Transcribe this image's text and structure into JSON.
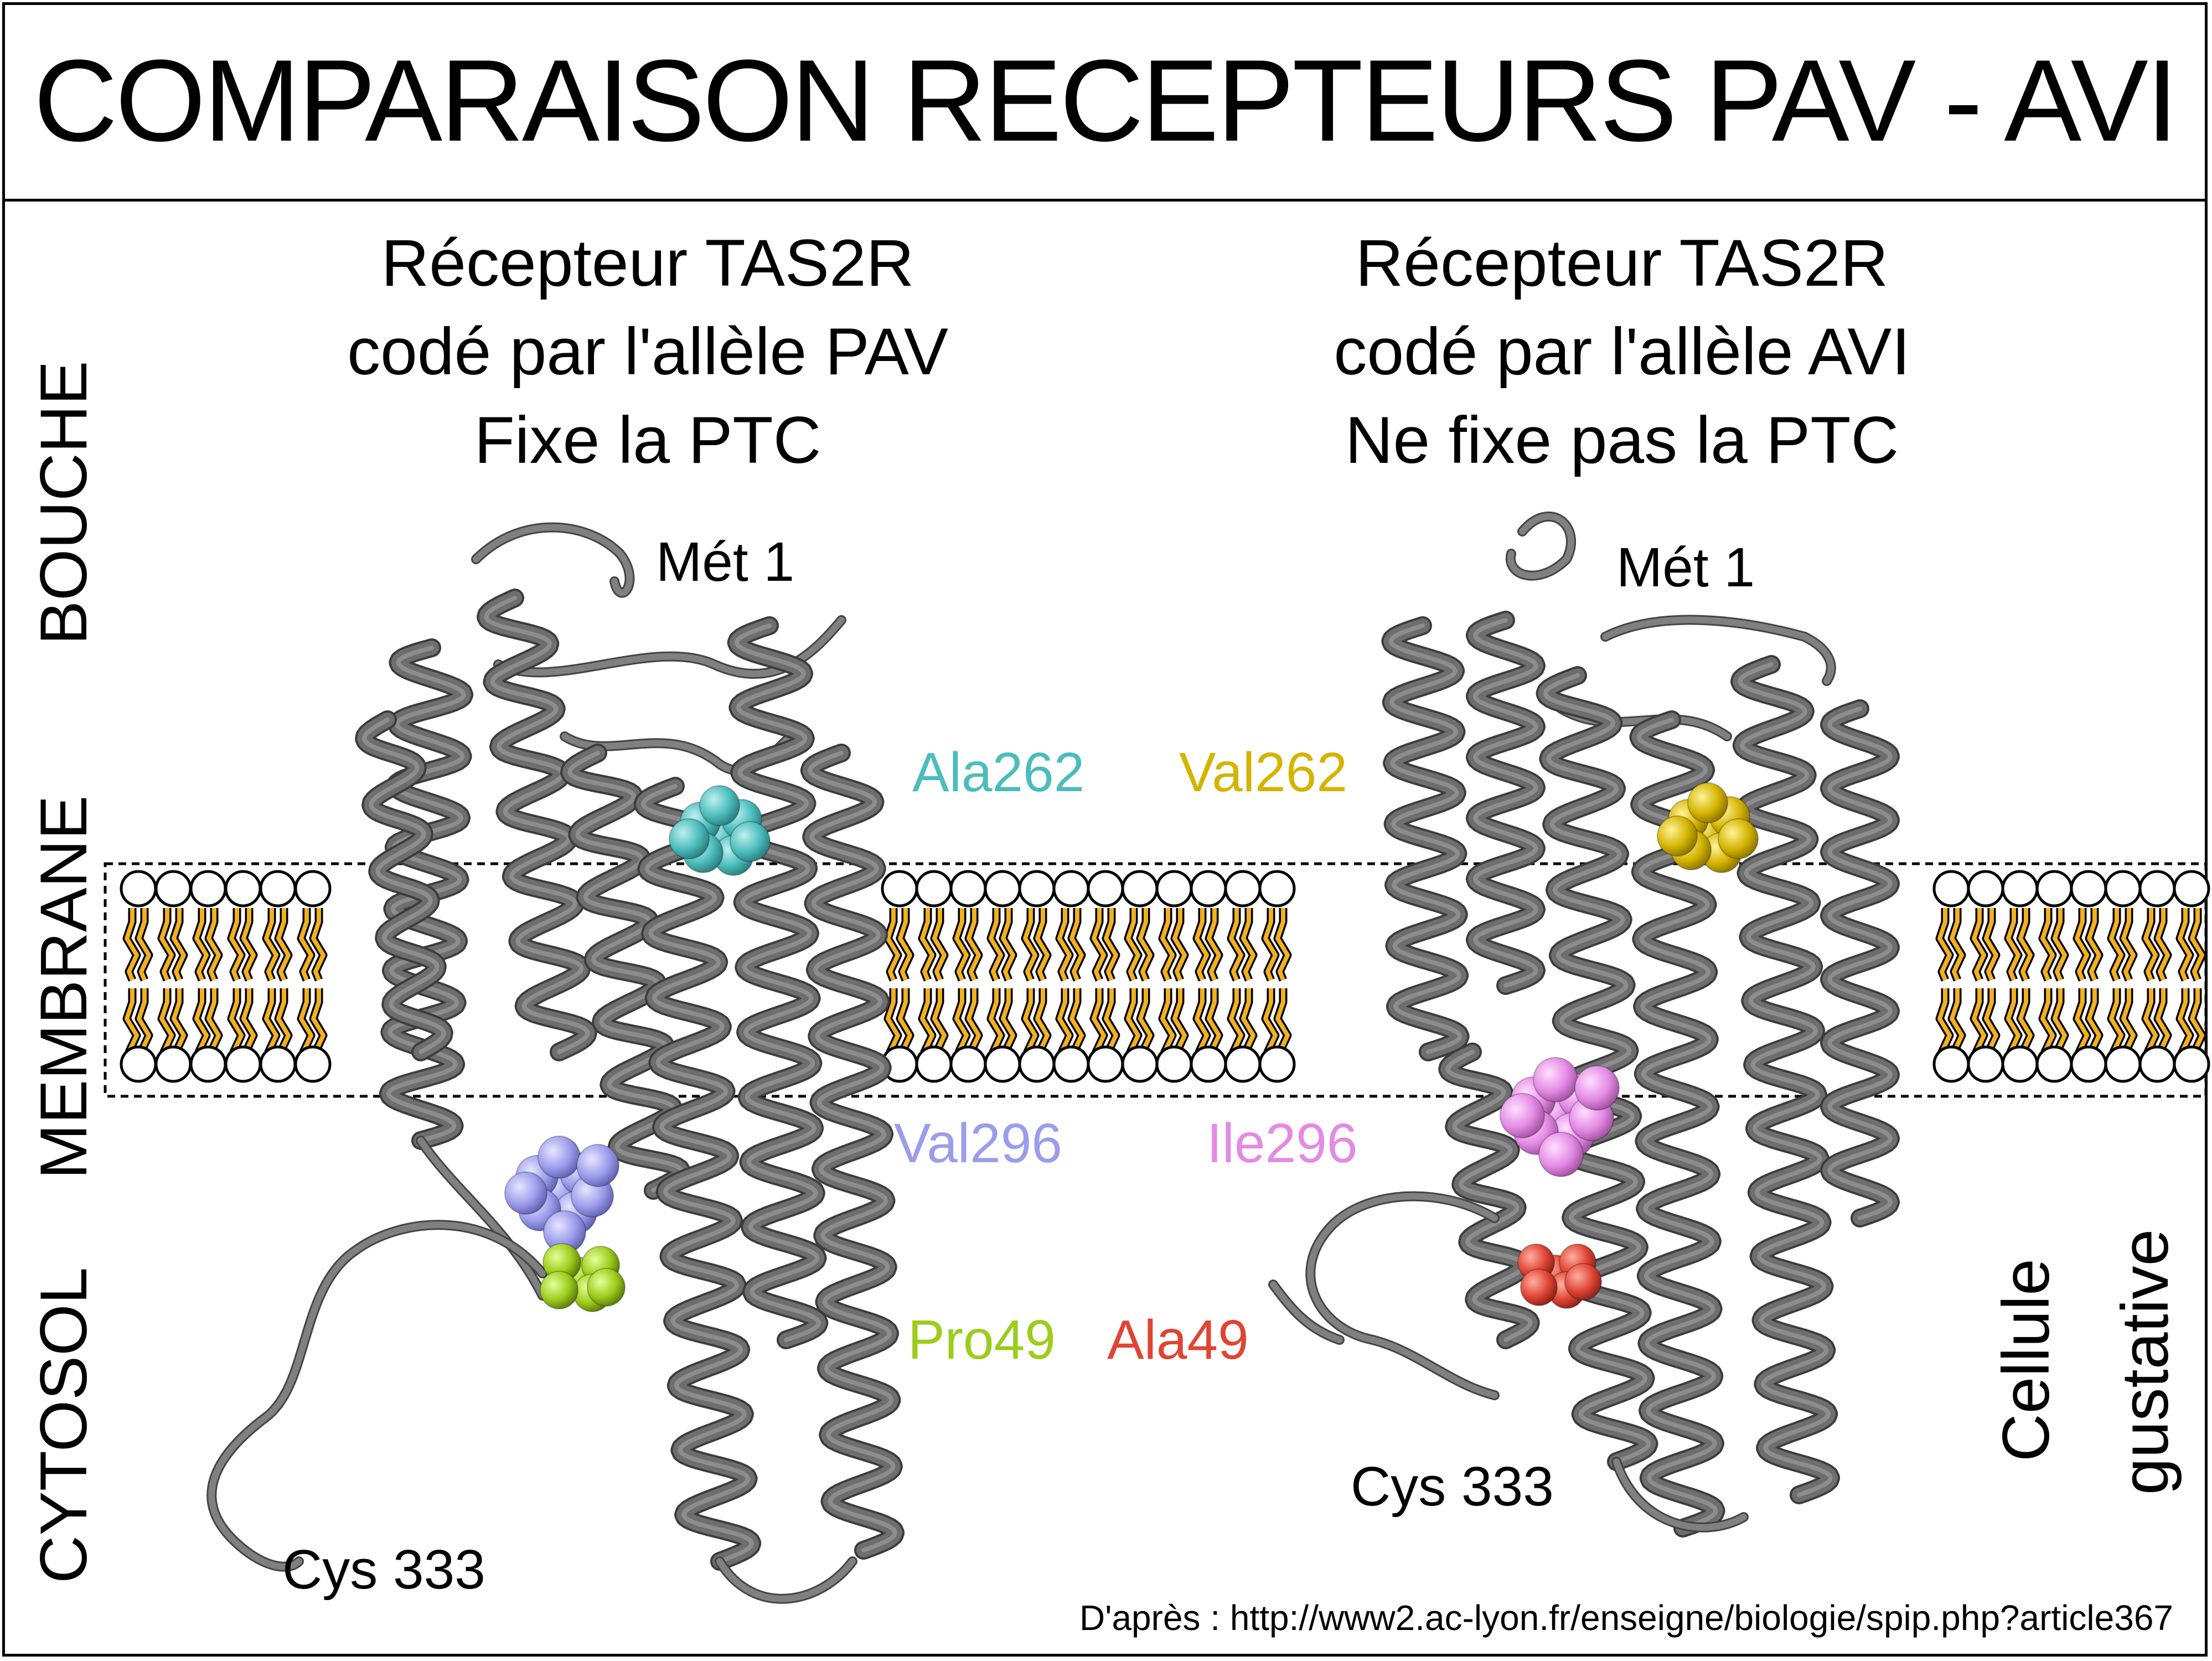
{
  "title": "COMPARAISON RECEPTEURS PAV - AVI",
  "receptor_pav": {
    "line1": "Récepteur TAS2R",
    "line2": "codé par l'allèle PAV",
    "line3": "Fixe la PTC"
  },
  "receptor_avi": {
    "line1": "Récepteur TAS2R",
    "line2": "codé par l'allèle AVI",
    "line3": "Ne fixe pas la PTC"
  },
  "zones": {
    "bouche": "BOUCHE",
    "membrane": "MEMBRANE",
    "cytosol": "CYTOSOL"
  },
  "cell_label": {
    "line1": "Cellule",
    "line2": "gustative"
  },
  "labels": {
    "met1_left": "Mét 1",
    "met1_right": "Mét 1",
    "cys333_left": "Cys 333",
    "cys333_right": "Cys 333",
    "ala262": "Ala262",
    "val262": "Val262",
    "val296": "Val296",
    "ile296": "Ile296",
    "pro49": "Pro49",
    "ala49": "Ala49"
  },
  "colors": {
    "ala262": "#4cbcbc",
    "val262": "#d4b400",
    "val296": "#9c9cec",
    "ile296": "#e48ae4",
    "pro49": "#9ccc1c",
    "ala49": "#e04434",
    "protein": "#6e6e6e",
    "lipid_tail": "#f0b020"
  },
  "source": "D'après : http://www2.ac-lyon.fr/enseigne/biologie/spip.php?article367"
}
